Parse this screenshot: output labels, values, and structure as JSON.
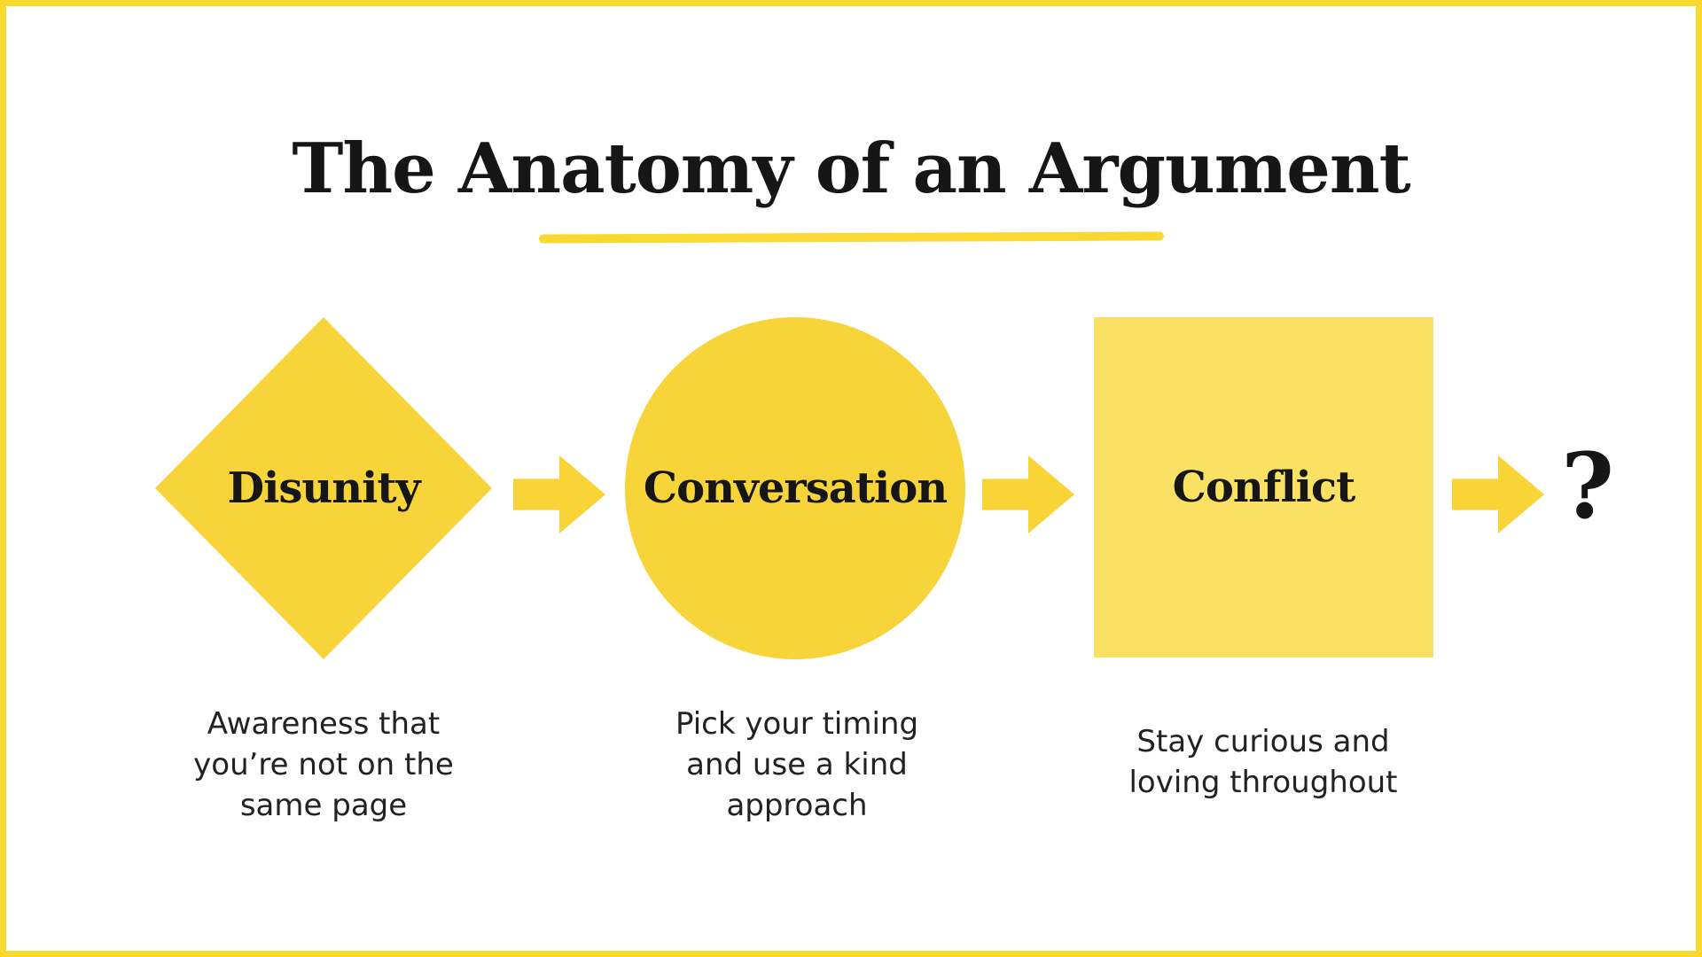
{
  "slide": {
    "title": "The Anatomy of an Argument"
  },
  "colors": {
    "frame-yellow": "#F9D92E",
    "underline-yellow": "#F8D831",
    "shape-yellow": "#F7D53A",
    "square-yellow": "#FAE163",
    "arrow-yellow": "#F9D436",
    "text-black": "#161616",
    "caption-gray": "#222222"
  },
  "flow": {
    "steps": [
      {
        "label": "Disunity",
        "shape": "diamond",
        "caption_lines": [
          "Awareness that",
          "you’re not on the",
          "same page"
        ]
      },
      {
        "label": "Conversation",
        "shape": "circle",
        "caption_lines": [
          "Pick your timing",
          "and use a kind",
          "approach"
        ]
      },
      {
        "label": "Conflict",
        "shape": "square",
        "caption_lines": [
          "Stay curious and",
          "loving throughout"
        ]
      }
    ],
    "connector": "arrow-right",
    "terminal": "?"
  }
}
